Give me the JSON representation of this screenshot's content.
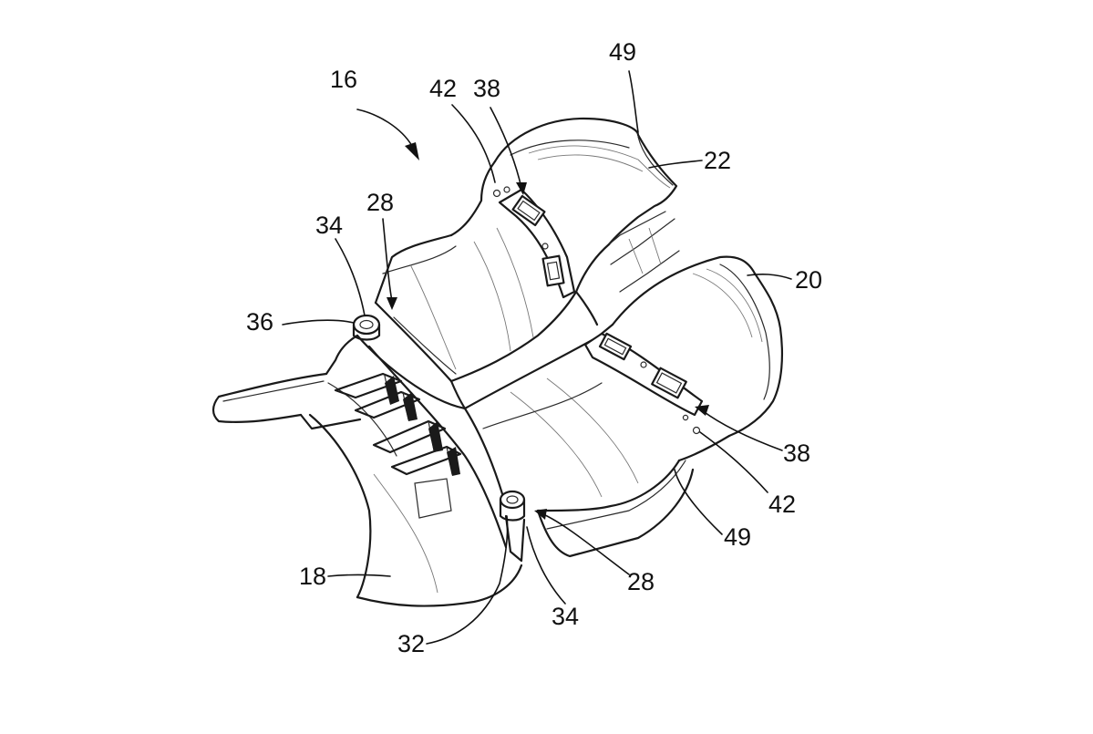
{
  "figure": {
    "reference_numerals": {
      "assembly": "16",
      "top_42": "42",
      "top_38": "38",
      "top_49": "49",
      "upper_shell": "22",
      "top_28": "28",
      "left_34": "34",
      "left_36": "36",
      "lower_shell": "20",
      "right_38": "38",
      "right_42": "42",
      "right_49": "49",
      "base": "18",
      "bottom_28": "28",
      "bottom_34": "34",
      "bottom_32": "32"
    }
  }
}
